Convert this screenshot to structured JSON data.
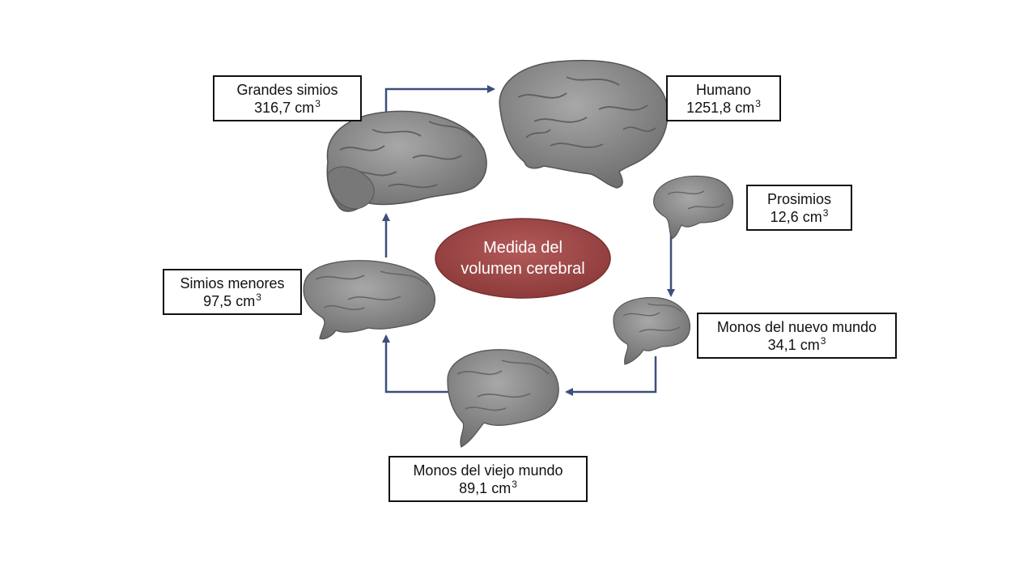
{
  "center": {
    "line1": "Medida del",
    "line2": "volumen cerebral"
  },
  "unit": "cm",
  "unit_exponent": "3",
  "species": [
    {
      "name": "Grandes simios",
      "volume": "316,7"
    },
    {
      "name": "Humano",
      "volume": "1251,8"
    },
    {
      "name": "Prosimios",
      "volume": "12,6"
    },
    {
      "name": "Monos del nuevo mundo",
      "volume": "34,1"
    },
    {
      "name": "Monos del viejo mundo",
      "volume": "89,1"
    },
    {
      "name": "Simios menores",
      "volume": "97,5"
    }
  ],
  "colors": {
    "ellipse_fill": "#a34a4a",
    "arrow": "#3d4f7a",
    "brain": "#8d8d8d",
    "brain_dark": "#5f5f5f"
  }
}
